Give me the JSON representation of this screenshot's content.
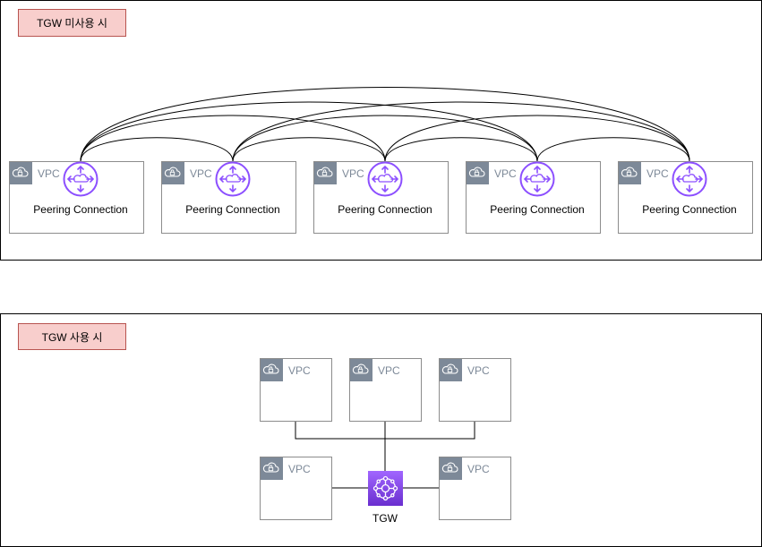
{
  "top_section": {
    "title": "TGW 미사용 시",
    "vpc_label": "VPC",
    "peering_label": "Peering Connection",
    "vpc_count": 5
  },
  "bottom_section": {
    "title": "TGW 사용 시",
    "vpc_label": "VPC",
    "tgw_label": "TGW",
    "vpc_count": 5
  },
  "colors": {
    "badge_fill": "#f8cecc",
    "badge_border": "#b85450",
    "vpc_border": "#8c8c8c",
    "vpc_gray": "#7d8998",
    "router_purple": "#8c4fff",
    "tgw_gradient_top": "#a166ff",
    "tgw_gradient_bottom": "#6a2fcf"
  },
  "icons": {
    "vpc": "cloud-lock-icon",
    "peering": "vpc-router-icon",
    "tgw": "transit-gateway-icon"
  }
}
